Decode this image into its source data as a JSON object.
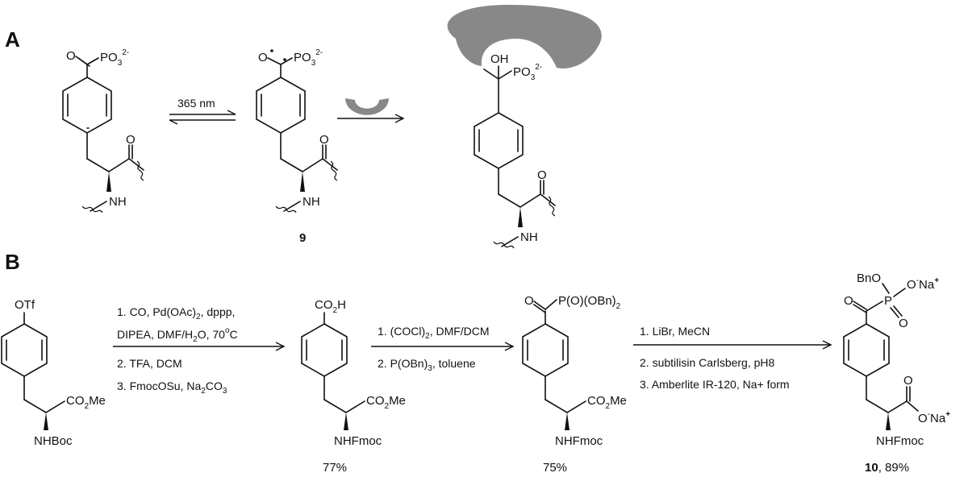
{
  "panels": {
    "a": "A",
    "b": "B"
  },
  "panel_a": {
    "left_molecule": {
      "group": "PO",
      "sub3": "3",
      "charge": "2-",
      "o": "O",
      "nh": "NH"
    },
    "middle_molecule": {
      "label": "9",
      "group": "PO",
      "sub3": "3",
      "charge": "2-",
      "o": "O",
      "nh": "NH"
    },
    "right_molecule": {
      "oh": "OH",
      "group": "PO",
      "sub3": "3",
      "charge": "2-",
      "o": "O",
      "nh": "NH"
    },
    "arrow1_label": "365 nm",
    "arrow2_label": ""
  },
  "panel_b": {
    "sm": {
      "otf": "OTf",
      "ester": "CO",
      "ester_sub": "2",
      "ester_tail": "Me",
      "nh": "NHBoc"
    },
    "step1": {
      "line1_a": "1. CO, Pd(OAc)",
      "line1_sub": "2",
      "line1_b": ", dppp,",
      "line2_a": "DIPEA, DMF/H",
      "line2_sub": "2",
      "line2_b": "O, 70",
      "line2_sup": "o",
      "line2_c": "C",
      "line3": "2. TFA, DCM",
      "line4_a": "3. FmocOSu, Na",
      "line4_sub": "2",
      "line4_b": "CO",
      "line4_sub2": "3"
    },
    "int1": {
      "acid": "CO",
      "acid_sub": "2",
      "acid_tail": "H",
      "ester": "CO",
      "ester_sub": "2",
      "ester_tail": "Me",
      "nh": "NHFmoc",
      "yield": "77%"
    },
    "step2": {
      "line1_a": "1. (COCl)",
      "line1_sub": "2",
      "line1_b": ", DMF/DCM",
      "line2_a": "2. P(OBn)",
      "line2_sub": "3",
      "line2_b": ", toluene"
    },
    "int2": {
      "o": "O",
      "phos_a": "P(O)(OBn)",
      "phos_sub": "2",
      "ester": "CO",
      "ester_sub": "2",
      "ester_tail": "Me",
      "nh": "NHFmoc",
      "yield": "75%"
    },
    "step3": {
      "line1": "1. LiBr, MeCN",
      "line2": "2. subtilisin Carlsberg, pH8",
      "line3": "3. Amberlite IR-120, Na+ form"
    },
    "product": {
      "bno": "BnO",
      "p": "P",
      "o_minus": "O",
      "minus": "-",
      "na": "Na",
      "plus": "+",
      "o_keto": "O",
      "o_p": "O",
      "o_acid": "O",
      "o2_minus": "O",
      "na2": "Na",
      "plus2": "+",
      "nh": "NHFmoc",
      "label": "10",
      "yield": ", 89%"
    }
  }
}
